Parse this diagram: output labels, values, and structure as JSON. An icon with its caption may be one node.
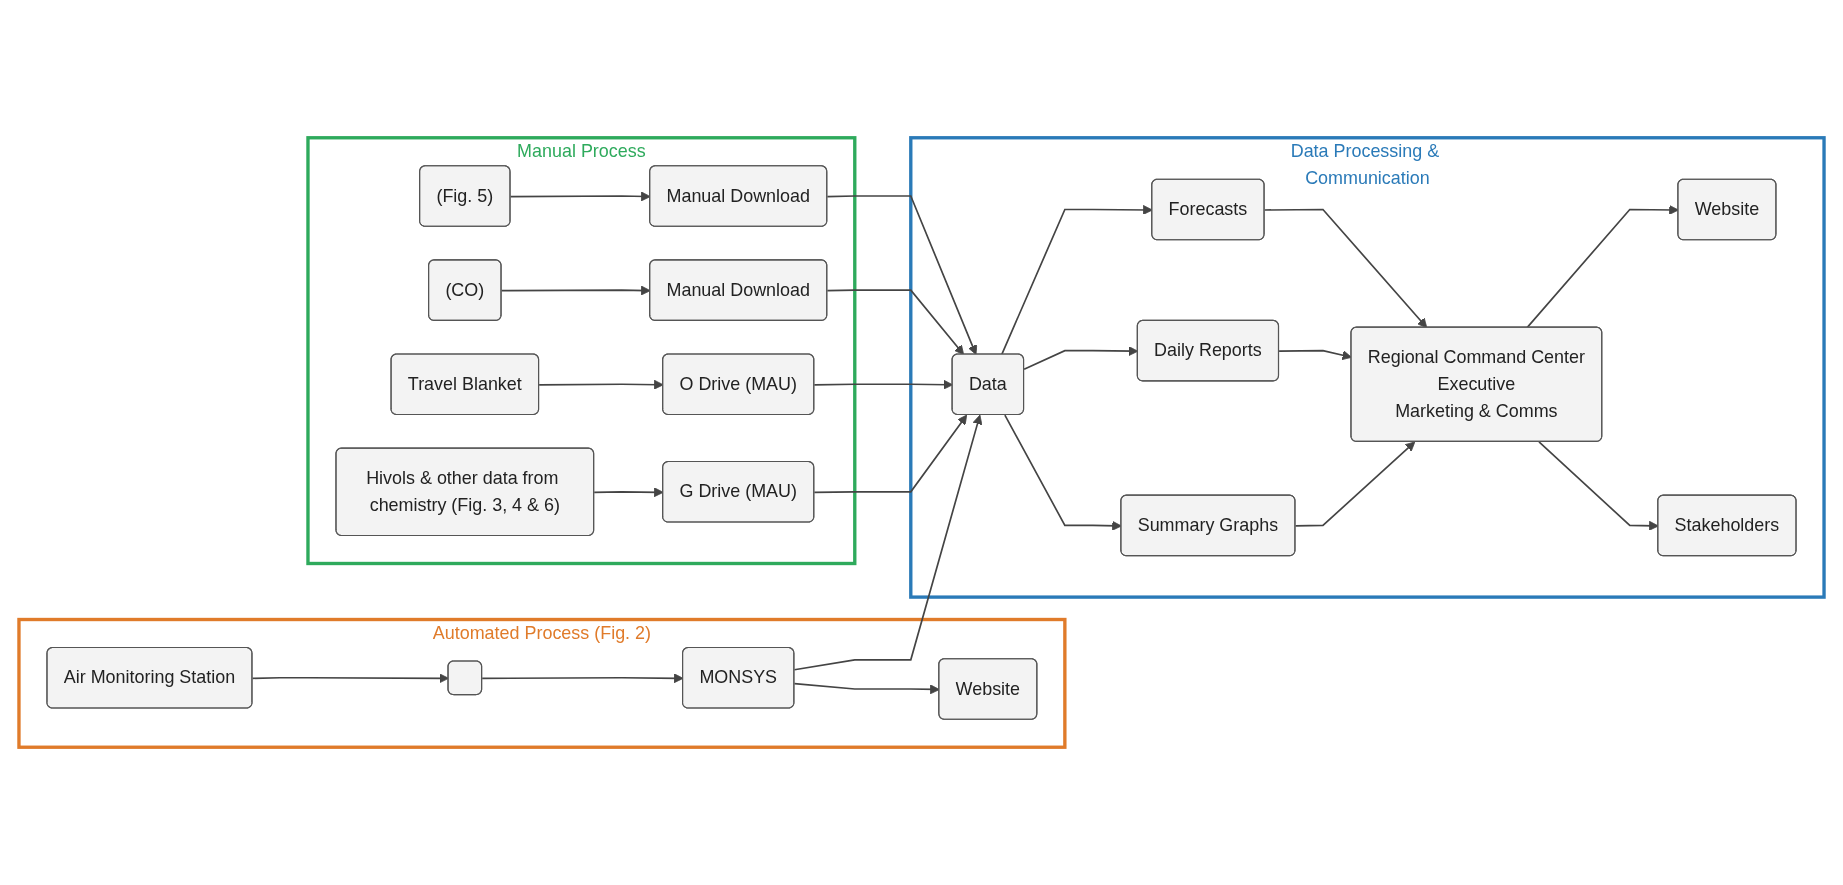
{
  "diagram": {
    "nodes": [
      {
        "text": [
          "Automated Process (Fig. 2)"
        ]
      },
      {
        "text": [
          "Air Monitoring Station"
        ],
        "in": 0
      },
      {
        "text": [],
        "shape": "box",
        "in": 0
      },
      {
        "text": [
          "MONSYS"
        ],
        "in": 0
      },
      {
        "text": [
          "Website"
        ],
        "in": 0
      },
      {
        "text": [
          "Manual Process"
        ]
      },
      {
        "text": [
          "(Fig. 5)"
        ],
        "in": 5
      },
      {
        "text": [
          "Manual Download"
        ],
        "in": 5
      },
      {
        "text": [
          "(CO)"
        ],
        "in": 5
      },
      {
        "text": [
          "Manual Download"
        ],
        "in": 5
      },
      {
        "text": [
          "Travel Blanket"
        ],
        "in": 5
      },
      {
        "text": [
          "O Drive (MAU)"
        ],
        "in": 5
      },
      {
        "text": [
          "Hivols & other data from chemistry (Fig. 3, 4 & 6)"
        ],
        "in": 5
      },
      {
        "text": [
          "G Drive (MAU)"
        ],
        "in": 5
      },
      {
        "text": [
          "Data Processing & Communication"
        ]
      },
      {
        "text": [
          "Data"
        ],
        "in": 14
      },
      {
        "text": [
          "Forecasts"
        ],
        "in": 14
      },
      {
        "text": [
          "Daily Reports"
        ],
        "in": 14
      },
      {
        "text": [
          "Summary Graphs"
        ],
        "in": 14
      },
      {
        "text": [
          "Regional Command Center",
          "Executive",
          "Marketing & Comms"
        ],
        "in": 14
      },
      {
        "text": [
          "Website"
        ],
        "in": 14
      },
      {
        "text": [
          "Stakeholders"
        ],
        "in": 14
      }
    ],
    "edges": [
      {
        "from": 1,
        "to": 2,
        "arrow": "to"
      },
      {
        "from": 2,
        "to": 3,
        "arrow": "to"
      },
      {
        "from": 3,
        "to": 4,
        "arrow": "to"
      },
      {
        "from": 3,
        "to": 15,
        "arrow": "to"
      },
      {
        "from": 6,
        "to": 7,
        "arrow": "to"
      },
      {
        "from": 7,
        "to": 15,
        "arrow": "to"
      },
      {
        "from": 8,
        "to": 9,
        "arrow": "to"
      },
      {
        "from": 9,
        "to": 15,
        "arrow": "to"
      },
      {
        "from": 10,
        "to": 11,
        "arrow": "to"
      },
      {
        "from": 11,
        "to": 15,
        "arrow": "to"
      },
      {
        "from": 12,
        "to": 13,
        "arrow": "to"
      },
      {
        "from": 13,
        "to": 15,
        "arrow": "to"
      },
      {
        "from": 15,
        "to": 16,
        "arrow": "to"
      },
      {
        "from": 15,
        "to": 17,
        "arrow": "to"
      },
      {
        "from": 15,
        "to": 18,
        "arrow": "to"
      },
      {
        "from": 16,
        "to": 19,
        "arrow": "to"
      },
      {
        "from": 17,
        "to": 19,
        "arrow": "to"
      },
      {
        "from": 18,
        "to": 19,
        "arrow": "to"
      },
      {
        "from": 19,
        "to": 20,
        "arrow": "to"
      },
      {
        "from": 19,
        "to": 21,
        "arrow": "to"
      }
    ]
  }
}
